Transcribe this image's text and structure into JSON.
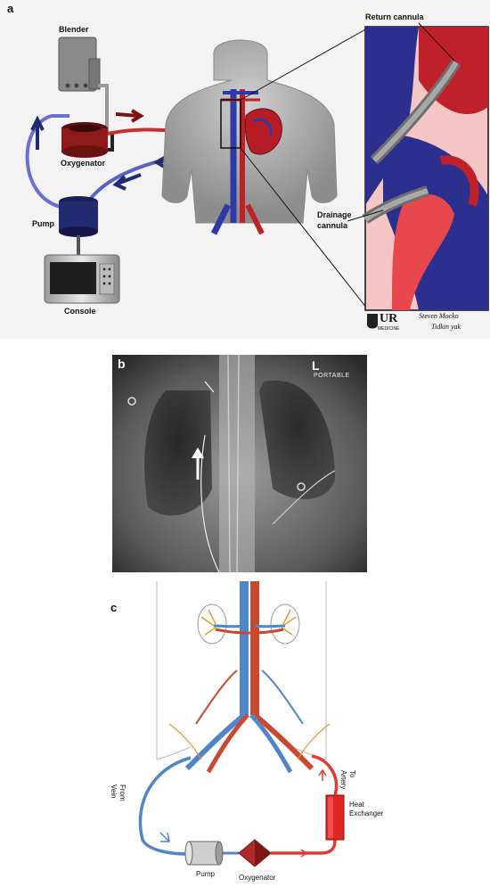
{
  "panel_a": {
    "letter": "a",
    "labels": {
      "blender": "Blender",
      "oxygenator": "Oxygenator",
      "pump": "Pump",
      "console": "Console",
      "return_cannula": "Return cannula",
      "drainage_cannula_1": "Drainage",
      "drainage_cannula_2": "cannula"
    },
    "logo_text": "UR",
    "logo_sub": "MEDICINE",
    "signature_1": "Steven Mocko",
    "signature_2": "Tidkin yak"
  },
  "panel_b": {
    "letter": "b",
    "marker": "L",
    "portable": "PORTABLE"
  },
  "panel_c": {
    "letter": "c",
    "labels": {
      "from_vein_1": "From",
      "from_vein_2": "Vein",
      "to_artery_1": "To",
      "to_artery_2": "Artery",
      "heat_exchanger_1": "Heat",
      "heat_exchanger_2": "Exchanger",
      "pump": "Pump",
      "oxygenator": "Oxygenator"
    }
  },
  "colors": {
    "venous": "#3a3fb0",
    "arterial": "#c0202a",
    "vein_light": "#4e86c9",
    "artery_light": "#e23a2e"
  }
}
